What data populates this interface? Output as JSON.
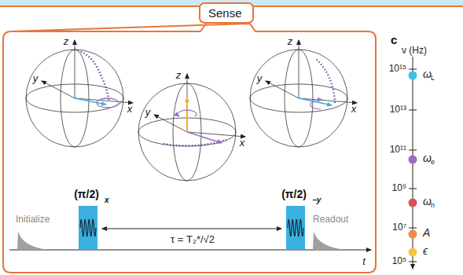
{
  "diagram": {
    "nodes": [
      {
        "text": [
          "Sense"
        ]
      }
    ],
    "labels": [
      "c",
      "ν (Hz)",
      "10¹⁵",
      "10¹³",
      "10¹¹",
      "10⁹",
      "10⁷",
      "10⁵",
      "ω",
      "L",
      "ω",
      "e",
      "ω",
      "n",
      "A",
      "ϵ",
      "z",
      "y",
      "x",
      "z",
      "y",
      "x",
      "z",
      "y",
      "x",
      "(π/2)",
      "x",
      "(π/2)",
      "−y",
      "Initialize",
      "τ = T₂*/√2",
      "Readout",
      "t"
    ]
  }
}
